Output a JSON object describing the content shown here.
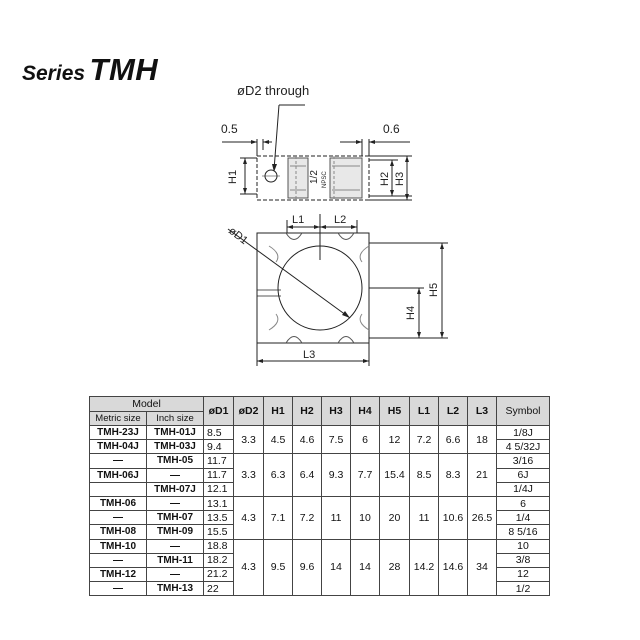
{
  "title": {
    "prefix": "Series",
    "name": "TMH"
  },
  "drawing": {
    "d2_callout": "øD2 through",
    "dim_0_5": "0.5",
    "dim_0_6": "0.6",
    "h1": "H1",
    "h2": "H2",
    "h3": "H3",
    "h4": "H4",
    "h5": "H5",
    "l1": "L1",
    "l2": "L2",
    "l3": "L3",
    "d1": "øD1",
    "thread_marking": "1/2",
    "thread_sub": "NPSC"
  },
  "table": {
    "headers": {
      "model": "Model",
      "metric": "Metric size",
      "inch": "Inch size",
      "d1": "øD1",
      "d2": "øD2",
      "h1": "H1",
      "h2": "H2",
      "h3": "H3",
      "h4": "H4",
      "h5": "H5",
      "l1": "L1",
      "l2": "L2",
      "l3": "L3",
      "symbol": "Symbol"
    },
    "rows": [
      {
        "metric": "TMH-23J",
        "inch": "TMH-01J",
        "d1": "8.5",
        "symbol": "1/8J"
      },
      {
        "metric": "TMH-04J",
        "inch": "TMH-03J",
        "d1": "9.4",
        "symbol": "4  5/32J"
      },
      {
        "metric": "—",
        "inch": "TMH-05",
        "d1": "11.7",
        "symbol": "3/16"
      },
      {
        "metric": "TMH-06J",
        "inch": "—",
        "d1": "11.7",
        "symbol": "6J"
      },
      {
        "metric": "",
        "inch": "TMH-07J",
        "d1": "12.1",
        "symbol": "1/4J"
      },
      {
        "metric": "TMH-06",
        "inch": "—",
        "d1": "13.1",
        "symbol": "6"
      },
      {
        "metric": "—",
        "inch": "TMH-07",
        "d1": "13.5",
        "symbol": "1/4"
      },
      {
        "metric": "TMH-08",
        "inch": "TMH-09",
        "d1": "15.5",
        "symbol": "8  5/16"
      },
      {
        "metric": "TMH-10",
        "inch": "—",
        "d1": "18.8",
        "symbol": "10"
      },
      {
        "metric": "—",
        "inch": "TMH-11",
        "d1": "18.2",
        "symbol": "3/8"
      },
      {
        "metric": "TMH-12",
        "inch": "—",
        "d1": "21.2",
        "symbol": "12"
      },
      {
        "metric": "—",
        "inch": "TMH-13",
        "d1": "22",
        "symbol": "1/2"
      }
    ],
    "groups": [
      {
        "d2": "3.3",
        "h1": "4.5",
        "h2": "4.6",
        "h3": "7.5",
        "h4": "6",
        "h5": "12",
        "l1": "7.2",
        "l2": "6.6",
        "l3": "18"
      },
      {
        "d2": "3.3",
        "h1": "6.3",
        "h2": "6.4",
        "h3": "9.3",
        "h4": "7.7",
        "h5": "15.4",
        "l1": "8.5",
        "l2": "8.3",
        "l3": "21"
      },
      {
        "d2": "4.3",
        "h1": "7.1",
        "h2": "7.2",
        "h3": "11",
        "h4": "10",
        "h5": "20",
        "l1": "11",
        "l2": "10.6",
        "l3": "26.5"
      },
      {
        "d2": "4.3",
        "h1": "9.5",
        "h2": "9.6",
        "h3": "14",
        "h4": "14",
        "h5": "28",
        "l1": "14.2",
        "l2": "14.6",
        "l3": "34"
      }
    ]
  }
}
